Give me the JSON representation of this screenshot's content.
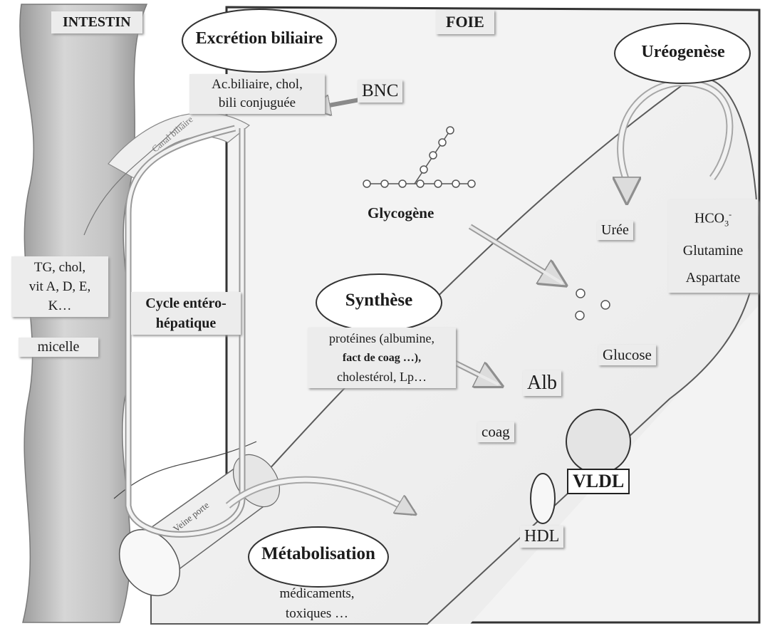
{
  "titles": {
    "intestin": "INTESTIN",
    "foie": "FOIE"
  },
  "ovals": {
    "excretion": "Excrétion biliaire",
    "ureogenese": "Uréogenèse",
    "synthese": "Synthèse",
    "metabolisation": "Métabolisation"
  },
  "excretion_box": {
    "line1": "Ac.biliaire, chol,",
    "line2": "bili conjuguée"
  },
  "bnc": "BNC",
  "canal": "Canal biliaire",
  "veine": "Veine porte",
  "glycogene": "Glycogène",
  "intestin_box": {
    "line1": "TG, chol,",
    "line2": "vit A, D, E,",
    "line3": "K…",
    "micelle": "micelle"
  },
  "cycle": {
    "line1": "Cycle entéro-",
    "line2": "hépatique"
  },
  "synthese_box": {
    "line1": "protéines (albumine,",
    "line2": "fact de coag …),",
    "line3": "cholestérol, Lp…"
  },
  "alb": "Alb",
  "coag": "coag",
  "glucose": "Glucose",
  "uree": "Urée",
  "right_box": {
    "hco3": "HCO",
    "sub": "3",
    "sup": "-",
    "glutamine": "Glutamine",
    "aspartate": "Aspartate"
  },
  "vldl": "VLDL",
  "hdl": "HDL",
  "metab_box": {
    "line1": "médicaments,",
    "line2": "toxiques …"
  }
}
